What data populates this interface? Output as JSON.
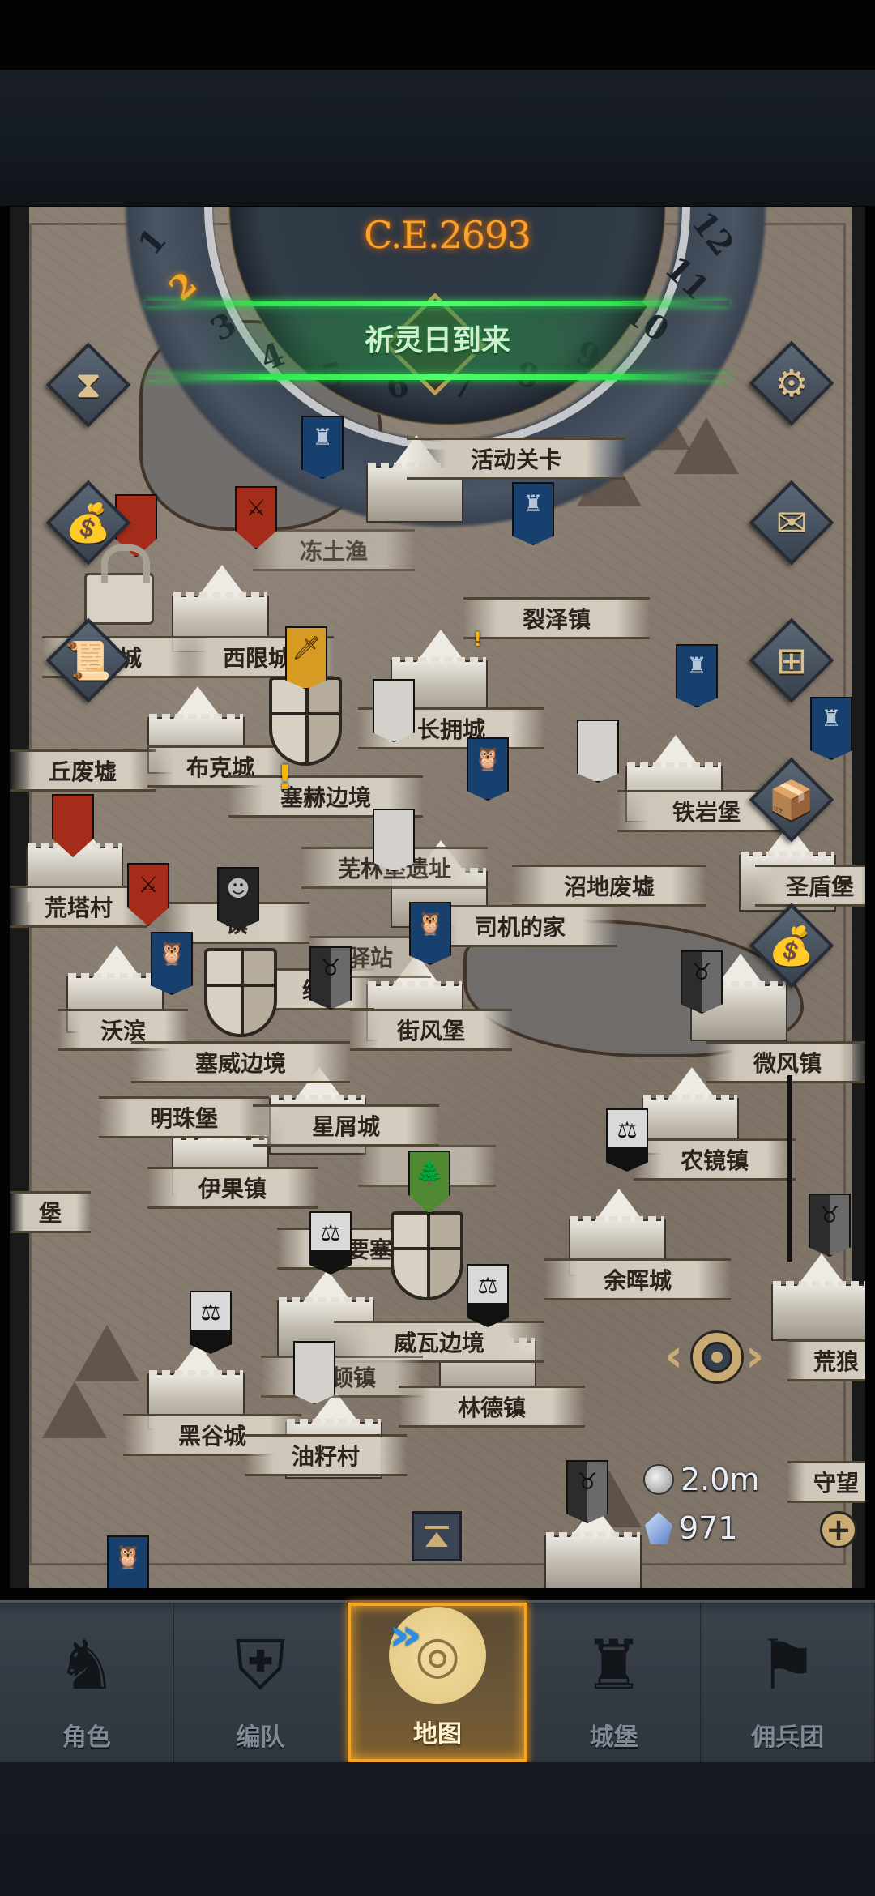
{
  "header": {
    "era": "C.E.2693",
    "months": [
      "1",
      "2",
      "3",
      "4",
      "5",
      "6",
      "7",
      "8",
      "9",
      "10",
      "11",
      "12"
    ],
    "active_month": "2"
  },
  "event_banner": {
    "text": "祈灵日到来",
    "color": "#2ee84f"
  },
  "left_actions": [
    {
      "name": "timer",
      "icon": "hourglass-icon",
      "glyph": "⧗"
    },
    {
      "name": "loot",
      "icon": "money-bag-icon",
      "glyph": "💰"
    },
    {
      "name": "scroll",
      "icon": "scroll-icon",
      "glyph": "📜"
    }
  ],
  "right_actions": [
    {
      "name": "settings",
      "icon": "gears-icon",
      "glyph": "⚙"
    },
    {
      "name": "mail",
      "icon": "envelope-icon",
      "glyph": "✉"
    },
    {
      "name": "shop",
      "icon": "market-stall-icon",
      "glyph": "⊞"
    },
    {
      "name": "supplies",
      "icon": "crate-bag-icon",
      "glyph": "📦"
    },
    {
      "name": "treasury",
      "icon": "money-bags-icon",
      "glyph": "💰"
    }
  ],
  "locations": [
    {
      "id": "activity",
      "label": "活动关卡"
    },
    {
      "id": "liezezhen",
      "label": "裂泽镇"
    },
    {
      "id": "dongtuyu",
      "label": "冻土渔"
    },
    {
      "id": "xixiancheng",
      "label": "西限城"
    },
    {
      "id": "beicheng",
      "label": "北城"
    },
    {
      "id": "changyongcheng",
      "label": "长拥城"
    },
    {
      "id": "qiuqiu",
      "label": "丘废墟"
    },
    {
      "id": "bukecheng",
      "label": "布克城"
    },
    {
      "id": "saihe",
      "label": "塞赫边境"
    },
    {
      "id": "tieyanbao",
      "label": "铁岩堡"
    },
    {
      "id": "wulinbao",
      "label": "芜林堡遗址"
    },
    {
      "id": "huangtacun",
      "label": "荒塔村"
    },
    {
      "id": "zhen",
      "label": "镇"
    },
    {
      "id": "zhaodi",
      "label": "沼地废墟"
    },
    {
      "id": "siji",
      "label": "司机的家"
    },
    {
      "id": "shengdun",
      "label": "圣盾堡"
    },
    {
      "id": "lvg",
      "label": "绿"
    },
    {
      "id": "yizhan",
      "label": "驿站"
    },
    {
      "id": "woubin",
      "label": "沃滨"
    },
    {
      "id": "jiefengbao",
      "label": "街风堡"
    },
    {
      "id": "saiwei",
      "label": "塞威边境"
    },
    {
      "id": "weifengzhen",
      "label": "微风镇"
    },
    {
      "id": "mingzhubao",
      "label": "明珠堡"
    },
    {
      "id": "xingxiecheng",
      "label": "星屑城"
    },
    {
      "id": "nongjingzhen",
      "label": "农镜镇"
    },
    {
      "id": "yiguozhen",
      "label": "伊果镇"
    },
    {
      "id": "bao",
      "label": "堡"
    },
    {
      "id": "linbao",
      "label": "堡"
    },
    {
      "id": "muyaosai",
      "label": "牧要塞"
    },
    {
      "id": "yuhuicheng",
      "label": "余晖城"
    },
    {
      "id": "weiwa",
      "label": "威瓦边境"
    },
    {
      "id": "bolizhen",
      "label": "波顿镇"
    },
    {
      "id": "huanglang",
      "label": "荒狼"
    },
    {
      "id": "lindezhen",
      "label": "林德镇"
    },
    {
      "id": "heigucheng",
      "label": "黑谷城"
    },
    {
      "id": "youzicun",
      "label": "油籽村"
    },
    {
      "id": "shouwang",
      "label": "守望"
    }
  ],
  "resources": {
    "silver": {
      "icon": "silver-coin-icon",
      "value": "2.0m"
    },
    "crystal": {
      "icon": "crystal-icon",
      "value": "971"
    },
    "add_label": "+"
  },
  "controls": {
    "locate_glyph_left": "‹",
    "locate_glyph_right": "›"
  },
  "nav": {
    "items": [
      {
        "id": "character",
        "label": "角色",
        "glyph": "♞",
        "active": false
      },
      {
        "id": "formation",
        "label": "编队",
        "glyph": "⛨",
        "active": false
      },
      {
        "id": "map",
        "label": "地图",
        "glyph": "◎",
        "active": true
      },
      {
        "id": "castle",
        "label": "城堡",
        "glyph": "♜",
        "active": false
      },
      {
        "id": "mercenary",
        "label": "佣兵团",
        "glyph": "⚑",
        "active": false
      }
    ],
    "active_indicator": "»",
    "accent": "#f5a623"
  }
}
